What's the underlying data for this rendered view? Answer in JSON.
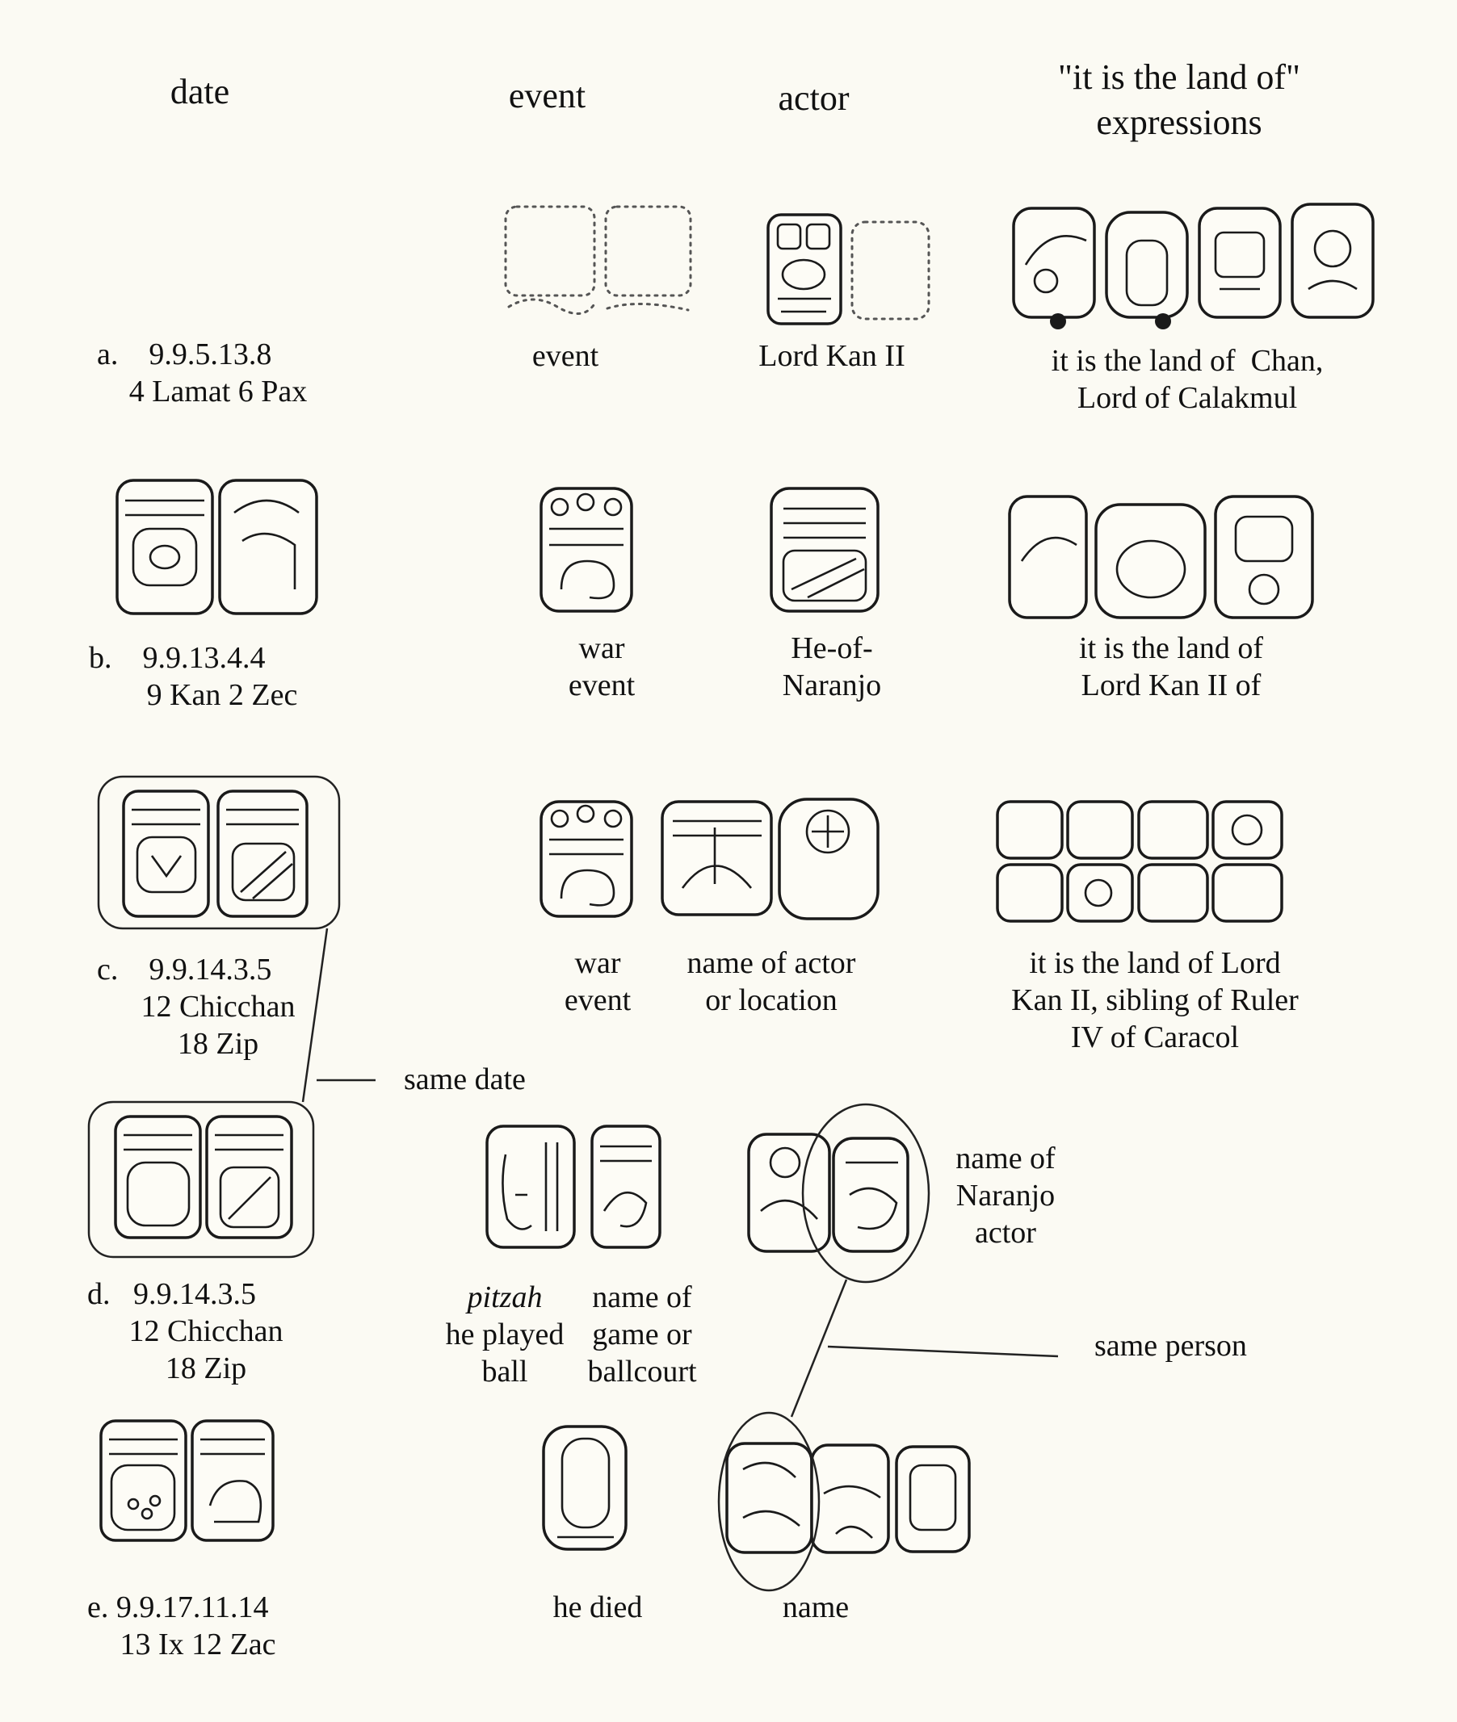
{
  "headers": {
    "date": "date",
    "event": "event",
    "actor": "actor",
    "land_line1": "\"it is the land of\"",
    "land_line2": "expressions"
  },
  "rows": {
    "a": {
      "date_line1": "a.    9.9.5.13.8",
      "date_line2": "4 Lamat 6 Pax",
      "event_label": "event",
      "actor_label": "Lord Kan II",
      "land_line1": "it is the land of  Chan,",
      "land_line2": "Lord of Calakmul"
    },
    "b": {
      "date_line1": "b.    9.9.13.4.4",
      "date_line2": "9 Kan 2 Zec",
      "event_line1": "war",
      "event_line2": "event",
      "actor_line1": "He-of-",
      "actor_line2": "Naranjo",
      "land_line1": "it is the land of",
      "land_line2": "Lord Kan II of"
    },
    "c": {
      "date_line1": "c.    9.9.14.3.5",
      "date_line2": "12 Chicchan",
      "date_line3": "18 Zip",
      "event_line1": "war",
      "event_line2": "event",
      "name_line1": "name of actor",
      "name_line2": "or location",
      "land_line1": "it is the land of Lord",
      "land_line2": "Kan II, sibling of Ruler",
      "land_line3": "IV of Caracol"
    },
    "same_date": "same date",
    "d": {
      "date_line1": "d.   9.9.14.3.5",
      "date_line2": "12 Chicchan",
      "date_line3": "18 Zip",
      "pitzah": "pitzah",
      "played_line1": "he played",
      "played_line2": "ball",
      "game_line1": "name of",
      "game_line2": "game or",
      "game_line3": "ballcourt",
      "naranjo_line1": "name of",
      "naranjo_line2": "Naranjo",
      "naranjo_line3": "actor"
    },
    "same_person": "same person",
    "e": {
      "date_line1": "e. 9.9.17.11.14",
      "date_line2": "13 Ix 12 Zac",
      "event_label": "he died",
      "name_label": "name"
    }
  }
}
